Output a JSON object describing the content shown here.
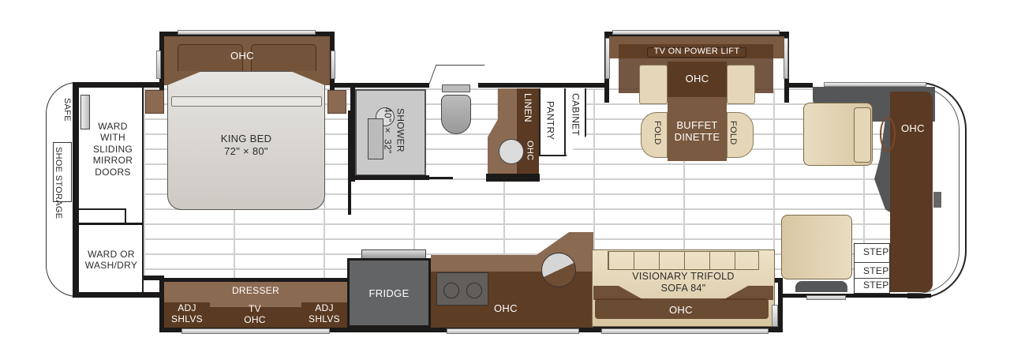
{
  "floorplan": {
    "title": "RV Floor Plan",
    "colors": {
      "wall": "#1c1a19",
      "cabinet_dark": "#5a3a22",
      "cabinet_light": "#8b6a52",
      "cabinet_mid": "#6e4d33",
      "appliance_gray": "#636466",
      "upholstery": "#e6d6b8",
      "bed": "#dedbd6",
      "floor_lines": "#cfcfcf",
      "shower": "#c9c9c9"
    },
    "rear": {
      "safe": "SAFE",
      "shoe_storage": "SHOE STORAGE",
      "ward_sliding": "WARD WITH SLIDING MIRROR DOORS",
      "ward_sliding_lines": [
        "WARD",
        "WITH",
        "SLIDING",
        "MIRROR",
        "DOORS"
      ],
      "ward_wash": [
        "WARD OR",
        "WASH/DRY"
      ]
    },
    "bedroom": {
      "ohc": "OHC",
      "bed_title": "KING BED",
      "bed_size": "72\" × 80\"",
      "dresser": "DRESSER",
      "adj_left": [
        "ADJ",
        "SHLVS"
      ],
      "tv_ohc": [
        "TV",
        "OHC"
      ],
      "adj_right": [
        "ADJ",
        "SHLVS"
      ]
    },
    "bath": {
      "shower": "SHOWER",
      "shower_size": "40\" × 32\"",
      "linen": "LINEN",
      "vanity_ohc": "OHC",
      "pantry": "PANTRY",
      "cabinet": "CABINET"
    },
    "galley": {
      "fridge": "FRIDGE",
      "ohc": "OHC"
    },
    "living": {
      "tv": "TV ON POWER LIFT",
      "dinette_ohc": "OHC",
      "fold_left": "FOLD",
      "fold_right": "FOLD",
      "dinette": [
        "BUFFET",
        "DINETTE"
      ],
      "sofa": [
        "VISIONARY TRIFOLD",
        "SOFA 84\""
      ],
      "sofa_ohc": "OHC"
    },
    "cockpit": {
      "ohc": "OHC",
      "steps": [
        "STEP",
        "STEP",
        "STEP"
      ]
    }
  }
}
